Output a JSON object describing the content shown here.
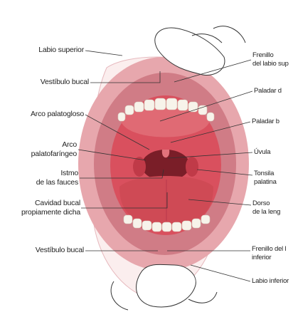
{
  "colors": {
    "lip": "#e7a7ad",
    "lip_dark": "#d07c86",
    "mucosa": "#d9505e",
    "throat": "#7a1e28",
    "tongue": "#cf4a55",
    "teeth": "#f7f3ea",
    "skin": "#fbeeee",
    "line": "#333333"
  },
  "labels_left": [
    {
      "id": "labio-superior",
      "text": "Labio superior"
    },
    {
      "id": "vestibulo-bucal-sup",
      "text": "Vestíbulo bucal"
    },
    {
      "id": "arco-palatogloso",
      "text": "Arco palatogloso"
    },
    {
      "id": "arco-palatofaringeo",
      "lines": [
        "Arco",
        "palatofaríngeo"
      ]
    },
    {
      "id": "istmo-fauces",
      "lines": [
        "Istmo",
        "de las fauces"
      ]
    },
    {
      "id": "cavidad-bucal",
      "lines": [
        "Cavidad bucal",
        "propiamente dicha"
      ]
    },
    {
      "id": "vestibulo-bucal-inf",
      "text": "Vestíbulo bucal"
    }
  ],
  "labels_right": [
    {
      "id": "frenillo-sup",
      "lines": [
        "Frenillo",
        "del labio sup"
      ]
    },
    {
      "id": "paladar-duro",
      "text": "Paladar d"
    },
    {
      "id": "paladar-blando",
      "text": "Paladar b"
    },
    {
      "id": "uvula",
      "text": "Úvula"
    },
    {
      "id": "tonsila-palatina",
      "lines": [
        "Tonsila",
        "palatina"
      ]
    },
    {
      "id": "dorso-lengua",
      "lines": [
        "Dorso",
        "de la leng"
      ]
    },
    {
      "id": "frenillo-inf",
      "lines": [
        "Frenillo del l",
        "inferior"
      ]
    },
    {
      "id": "labio-inferior",
      "text": "Labio inferior"
    }
  ]
}
